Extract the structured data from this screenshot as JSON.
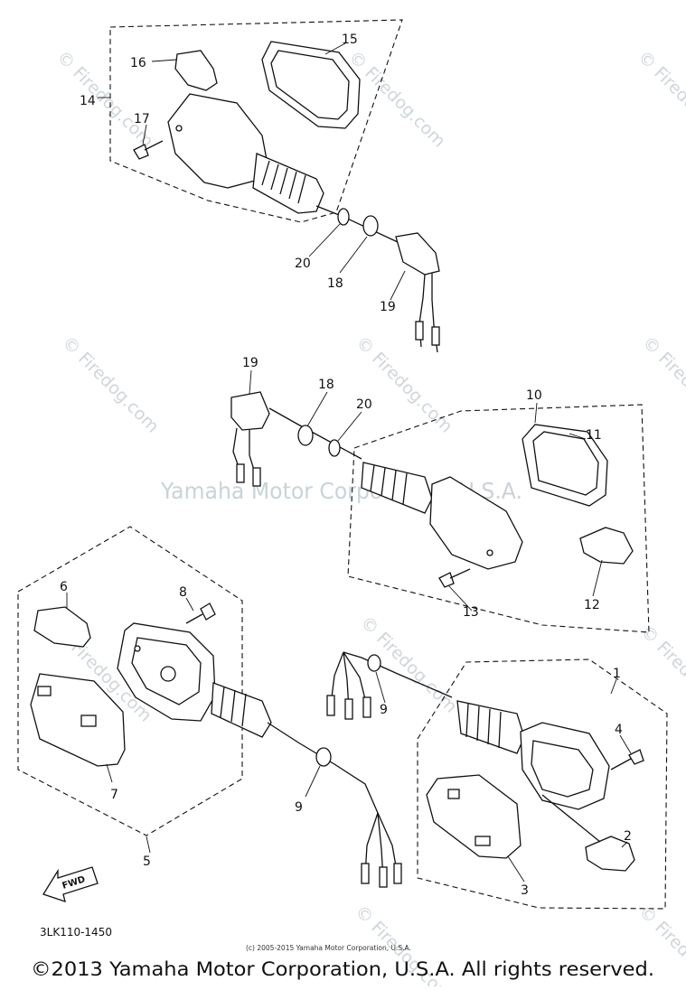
{
  "diagram": {
    "part_numbers": {
      "p1": "1",
      "p2": "2",
      "p3": "3",
      "p4": "4",
      "p5": "5",
      "p6": "6",
      "p7": "7",
      "p8": "8",
      "p9a": "9",
      "p9b": "9",
      "p10": "10",
      "p11": "11",
      "p12": "12",
      "p13": "13",
      "p14": "14",
      "p15": "15",
      "p16": "16",
      "p17": "17",
      "p18a": "18",
      "p18b": "18",
      "p19a": "19",
      "p19b": "19",
      "p20a": "20",
      "p20b": "20"
    },
    "fwd_label": "FWD",
    "diagram_code": "3LK110-1450",
    "small_copyright": "(c) 2005-2015 Yamaha Motor Corporation, U.S.A.",
    "watermark_center": "Yamaha Motor Corporation, U.S.A.",
    "watermark_firedog": "© Firedog.com"
  },
  "footer": {
    "copyright": "©2013 Yamaha Motor Corporation, U.S.A. All rights reserved."
  }
}
